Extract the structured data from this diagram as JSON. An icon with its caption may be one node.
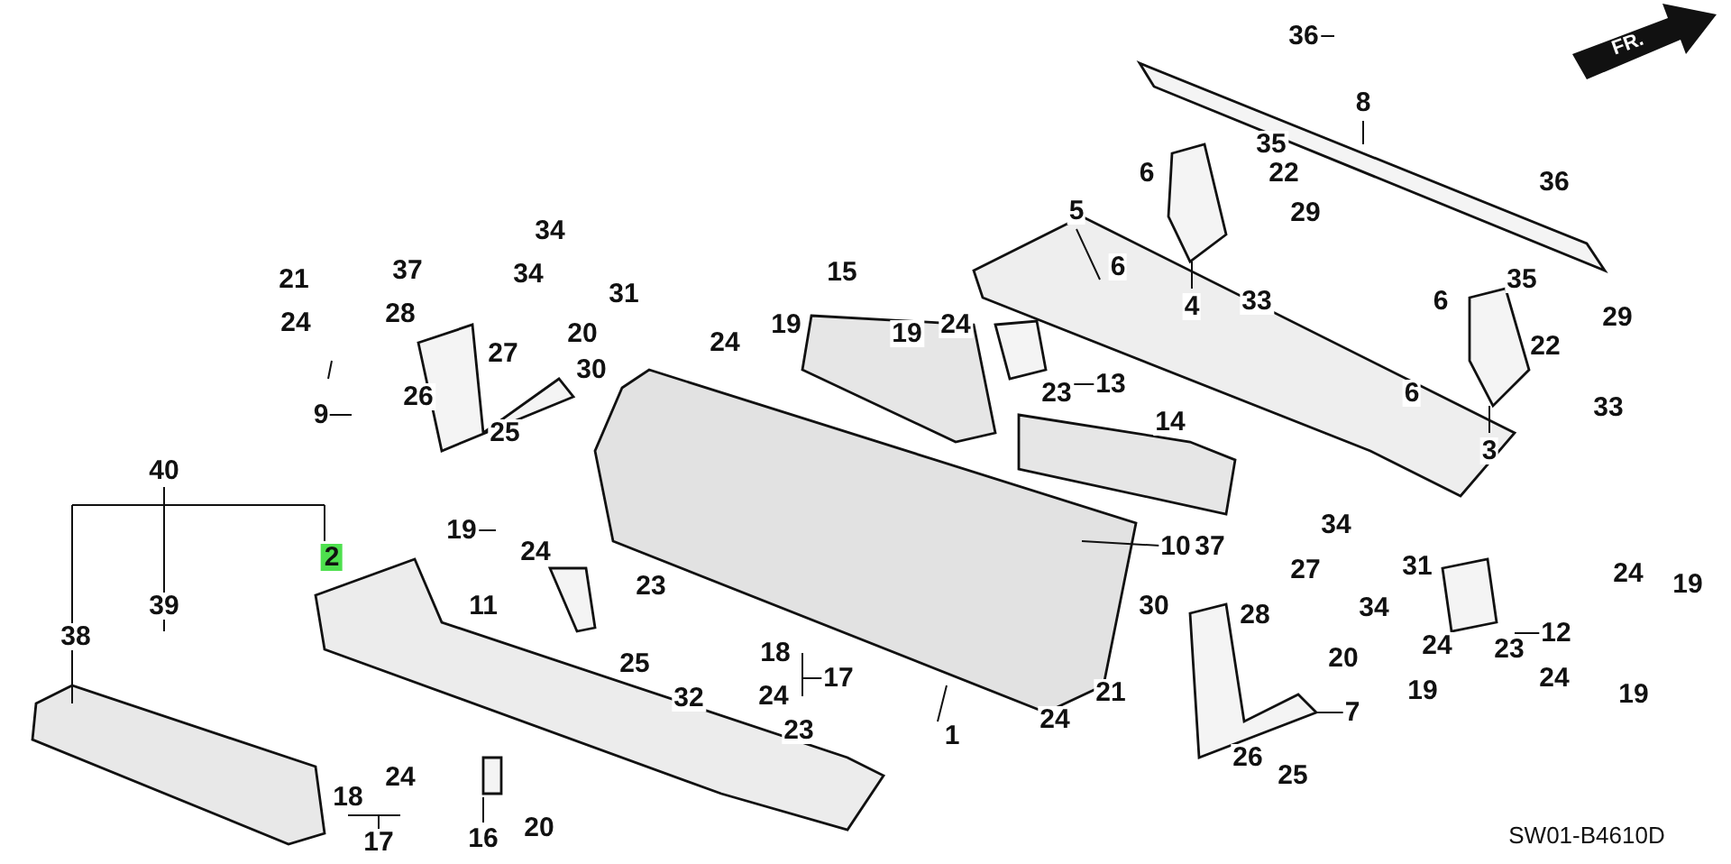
{
  "diagram": {
    "labels": [
      "FR.",
      "36",
      "8",
      "35",
      "6",
      "22",
      "36",
      "34",
      "5",
      "29",
      "37",
      "21",
      "34",
      "31",
      "15",
      "6",
      "33",
      "6",
      "35",
      "28",
      "20",
      "24",
      "19",
      "24",
      "19",
      "24",
      "4",
      "22",
      "29",
      "27",
      "30",
      "13",
      "23",
      "6",
      "9",
      "26",
      "25",
      "14",
      "3",
      "33",
      "40",
      "19",
      "24",
      "10",
      "37",
      "34",
      "2",
      "27",
      "31",
      "24",
      "19",
      "11",
      "23",
      "30",
      "28",
      "34",
      "12",
      "39",
      "38",
      "20",
      "24",
      "23",
      "19",
      "18",
      "25",
      "17",
      "32",
      "24",
      "21",
      "24",
      "19",
      "23",
      "1",
      "24",
      "7",
      "26",
      "24",
      "18",
      "25",
      "17",
      "16",
      "20",
      "SW01-B4610D"
    ]
  }
}
